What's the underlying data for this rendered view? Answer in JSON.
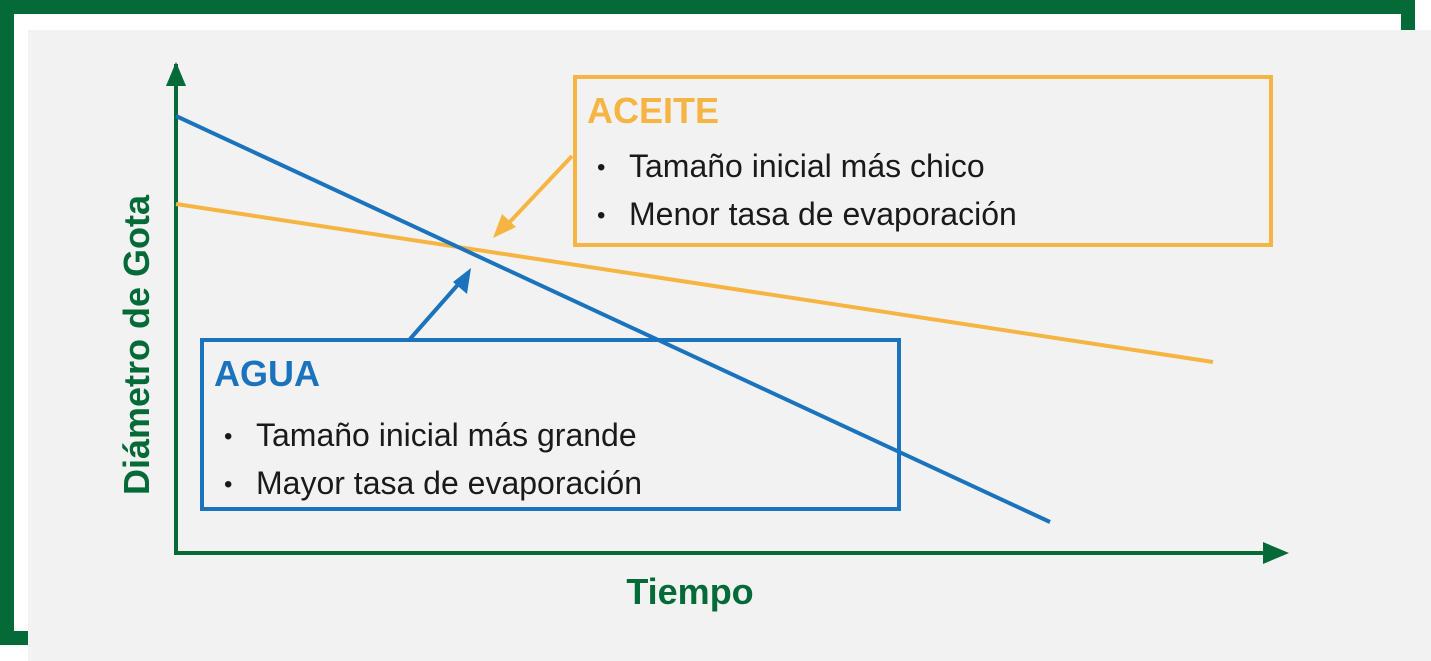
{
  "colors": {
    "frame": "#046a38",
    "background": "#f2f2f2",
    "axis": "#046a38",
    "oil": "#f6b442",
    "water": "#1a73bc"
  },
  "axes": {
    "y_label": "Diámetro de Gota",
    "x_label": "Tiempo"
  },
  "lines": [
    {
      "id": "oil",
      "start_level": "lower",
      "slope": "gentle"
    },
    {
      "id": "water",
      "start_level": "higher",
      "slope": "steep"
    }
  ],
  "callouts": {
    "oil": {
      "title": "ACEITE",
      "bullets": [
        "Tamaño inicial más chico",
        "Menor tasa de evaporación"
      ]
    },
    "water": {
      "title": "AGUA",
      "bullets": [
        "Tamaño inicial más grande",
        "Mayor tasa de evaporación"
      ]
    }
  }
}
